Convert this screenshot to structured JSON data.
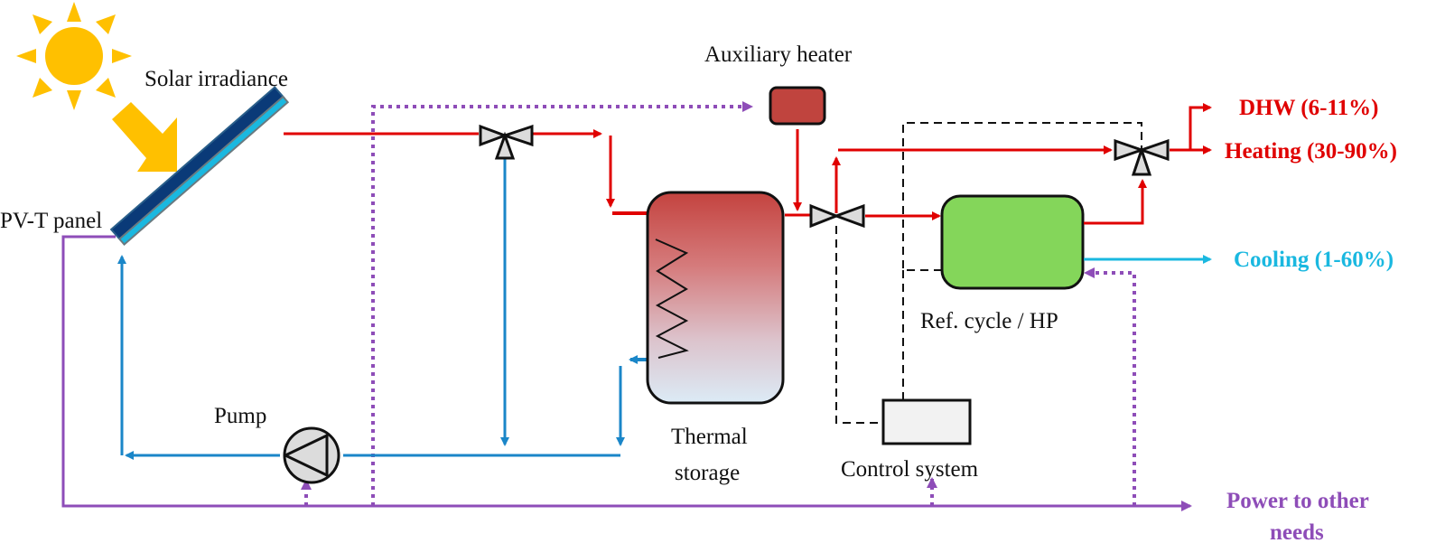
{
  "labels": {
    "solar_irradiance": "Solar irradiance",
    "pvt_panel": "PV-T panel",
    "auxiliary_heater": "Auxiliary heater",
    "pump": "Pump",
    "thermal_storage_line1": "Thermal",
    "thermal_storage_line2": "storage",
    "ref_cycle": "Ref. cycle / HP",
    "control_system": "Control system"
  },
  "outputs": {
    "dhw": "DHW (6-11%)",
    "heating": "Heating (30-90%)",
    "cooling": "Cooling (1-60%)",
    "power_line1": "Power to other",
    "power_line2": "needs"
  },
  "colors": {
    "hot": "#e00000",
    "cold": "#1a86c8",
    "cooling": "#1ab8e0",
    "power": "#8e4db8",
    "sun": "#ffc000",
    "heater": "#c0443e",
    "hp": "#84d65a",
    "control": "#f2f2f2"
  }
}
